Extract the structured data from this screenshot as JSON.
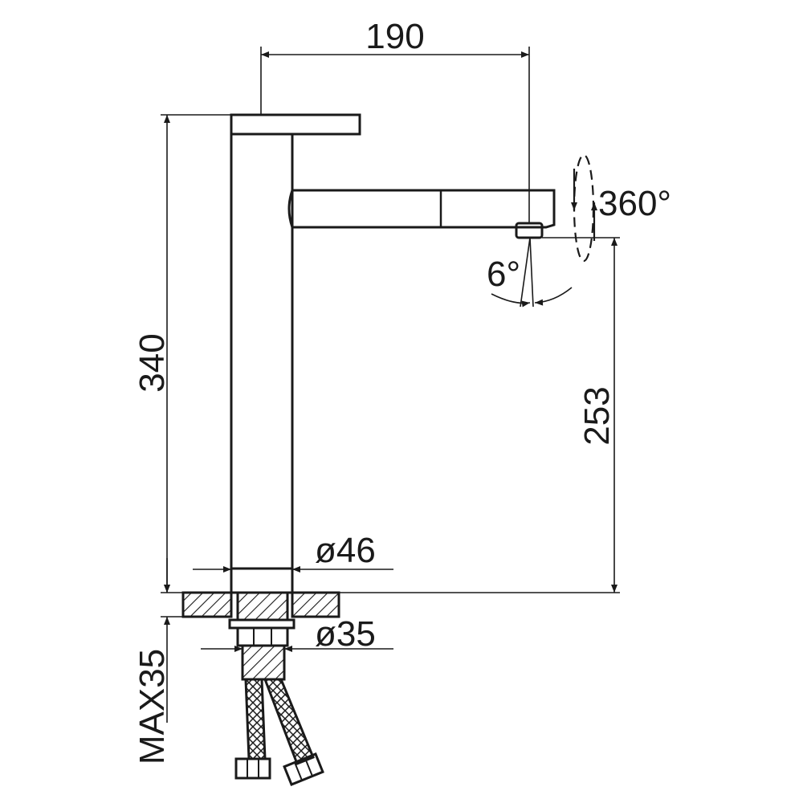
{
  "dimensions": {
    "spout_reach": "190",
    "total_height": "340",
    "outlet_height": "253",
    "rotation": "360°",
    "tilt": "6°",
    "base_diameter": "ø46",
    "shank_diameter": "ø35",
    "max_deck_thickness": "MAX35"
  },
  "colors": {
    "line": "#1a1a1a",
    "background": "#ffffff"
  }
}
